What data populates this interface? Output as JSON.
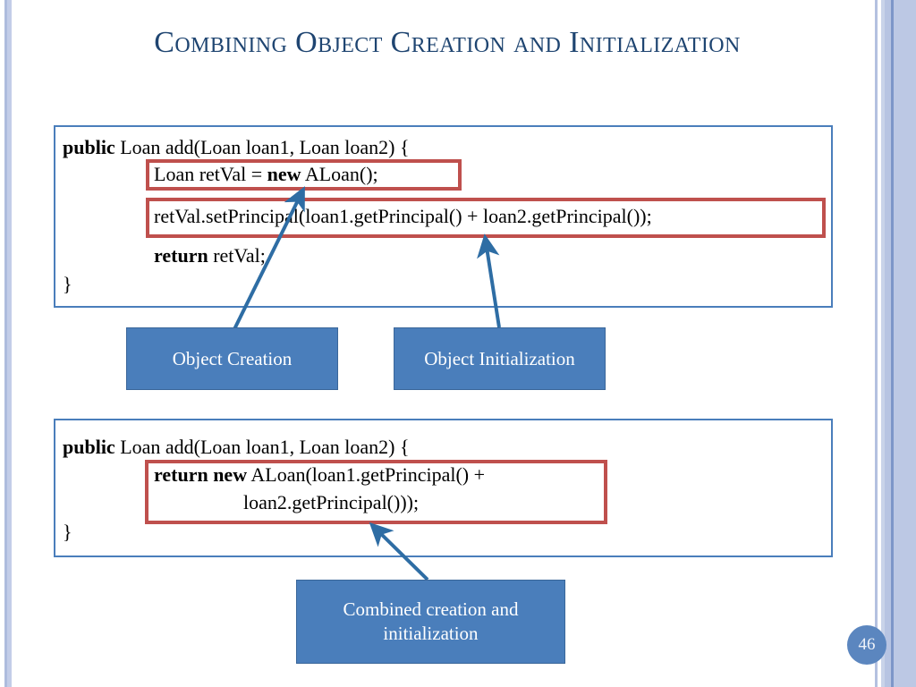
{
  "slide": {
    "title": "Combining Object Creation and Initialization",
    "page_number": "46",
    "colors": {
      "title": "#1F4571",
      "panel_border": "#4A7EBB",
      "highlight_border": "#BF504D",
      "callout_fill": "#4A7EBB",
      "callout_text": "#FFFFFF",
      "arrow": "#2E6DA4",
      "page_badge": "#5B86BF",
      "stripe_light": "#BCC8E4",
      "stripe_dark": "#7D96C8"
    }
  },
  "code_panel_1": {
    "lines": [
      {
        "bold": "public",
        "rest": " Loan add(Loan loan1, Loan loan2) {"
      },
      {
        "pre": "Loan retVal = ",
        "bold": "new",
        "rest": " ALoan();"
      },
      {
        "pre": "retVal.setPrincipal(loan1.getPrincipal() + loan2.getPrincipal());"
      },
      {
        "bold": "return",
        "rest": " retVal;"
      },
      {
        "pre": "}"
      }
    ],
    "l1_bold": "public",
    "l1_rest": " Loan add(Loan loan1, Loan loan2) {",
    "l2_pre": "Loan retVal = ",
    "l2_bold": "new",
    "l2_rest": " ALoan();",
    "l3": "retVal.setPrincipal(loan1.getPrincipal() + loan2.getPrincipal());",
    "l4_bold": "return",
    "l4_rest": " retVal;",
    "l5": "}"
  },
  "code_panel_2": {
    "l1_bold": "public",
    "l1_rest": " Loan add(Loan loan1, Loan loan2) {",
    "l2_bold": "return new",
    "l2_rest": " ALoan(loan1.getPrincipal() +",
    "l3": "loan2.getPrincipal()));",
    "l4": "}"
  },
  "callouts": {
    "object_creation": "Object Creation",
    "object_initialization": "Object Initialization",
    "combined": "Combined creation and initialization"
  },
  "highlights": {
    "box1_target": "Loan retVal = new ALoan();",
    "box2_target": "retVal.setPrincipal(loan1.getPrincipal() + loan2.getPrincipal());",
    "box3_target": "return new ALoan(loan1.getPrincipal() + loan2.getPrincipal()));"
  }
}
